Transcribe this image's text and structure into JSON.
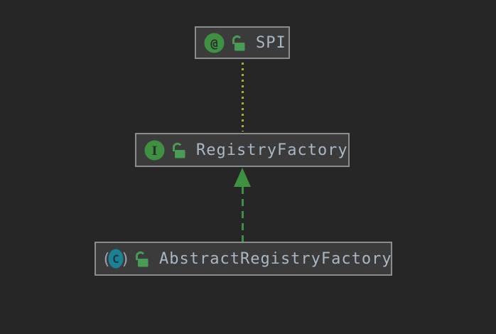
{
  "diagram": {
    "kind": "uml-class-diagram",
    "background_color": "#262626",
    "node_fill": "#3b3b3c",
    "node_border_color": "#898d8f",
    "label_color": "#a9b7c6"
  },
  "nodes": [
    {
      "label": "SPI",
      "type": "annotation",
      "icon_glyph": "@",
      "icon_color": "#3f9142",
      "modifier": "public",
      "modifier_icon": "unlocked-green"
    },
    {
      "label": "RegistryFactory",
      "type": "interface",
      "icon_glyph": "I",
      "icon_color": "#3f9142",
      "modifier": "public",
      "modifier_icon": "unlocked-green"
    },
    {
      "label": "AbstractRegistryFactory",
      "type": "abstract-class",
      "icon_glyph": "C",
      "icon_paren_left": "(",
      "icon_paren_right": ")",
      "icon_color": "#1a8295",
      "modifier": "public",
      "modifier_icon": "unlocked-green"
    }
  ],
  "edges": [
    {
      "from": "RegistryFactory",
      "to": "SPI",
      "type": "annotation-dependency",
      "style": "dotted",
      "color": "#b2ad2e"
    },
    {
      "from": "AbstractRegistryFactory",
      "to": "RegistryFactory",
      "type": "realization",
      "style": "dashed",
      "arrowhead": "filled-triangle-up",
      "color": "#3e9141"
    }
  ]
}
